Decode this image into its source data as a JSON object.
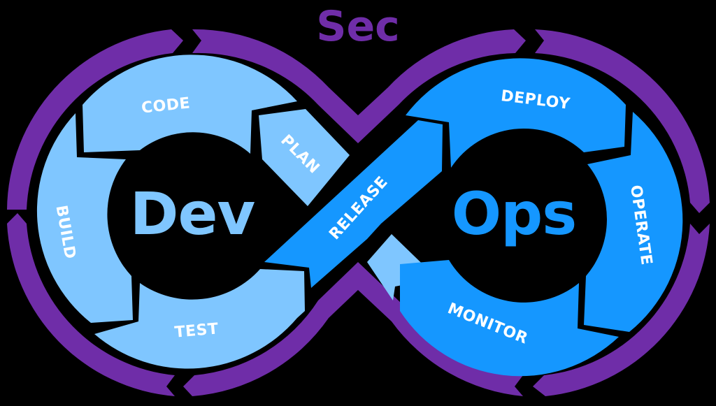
{
  "title": "Sec",
  "colors": {
    "background": "#000000",
    "security_ring": "#6f2da8",
    "dev_segments": "#7fc6ff",
    "ops_segments": "#1597ff",
    "label_text": "#ffffff"
  },
  "loops": {
    "dev": {
      "label": "Dev",
      "color": "#7fc6ff"
    },
    "ops": {
      "label": "Ops",
      "color": "#1597ff"
    }
  },
  "stages": [
    {
      "id": "plan",
      "label": "PLAN",
      "loop": "dev"
    },
    {
      "id": "code",
      "label": "CODE",
      "loop": "dev"
    },
    {
      "id": "build",
      "label": "BUILD",
      "loop": "dev"
    },
    {
      "id": "test",
      "label": "TEST",
      "loop": "dev"
    },
    {
      "id": "release",
      "label": "RELEASE",
      "loop": "ops"
    },
    {
      "id": "deploy",
      "label": "DEPLOY",
      "loop": "ops"
    },
    {
      "id": "operate",
      "label": "OPERATE",
      "loop": "ops"
    },
    {
      "id": "monitor",
      "label": "MONITOR",
      "loop": "ops"
    }
  ]
}
